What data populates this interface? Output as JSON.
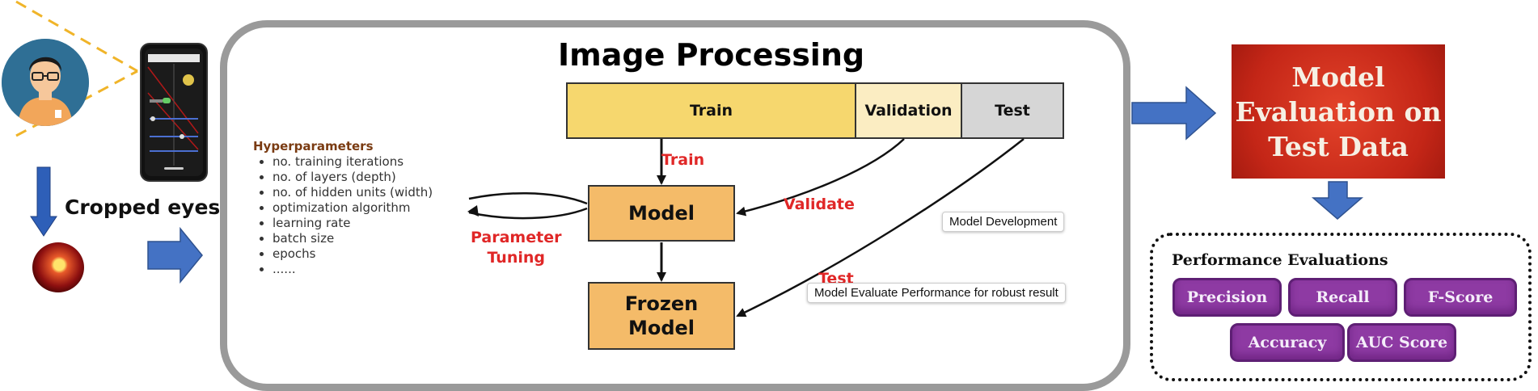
{
  "left": {
    "cropped_label": "Cropped eyes"
  },
  "panel": {
    "title": "Image Processing",
    "splits": {
      "train": "Train",
      "validation": "Validation",
      "test": "Test"
    },
    "hyperparameters": {
      "title": "Hyperparameters",
      "items": [
        "no. training iterations",
        "no. of layers (depth)",
        "no. of hidden units (width)",
        "optimization algorithm",
        "learning rate",
        "batch size",
        "epochs",
        "......"
      ]
    },
    "model_label": "Model",
    "frozen_model_line1": "Frozen",
    "frozen_model_line2": "Model",
    "edge_labels": {
      "train": "Train",
      "validate": "Validate",
      "parameter": "Parameter",
      "tuning": "Tuning",
      "test": "Test"
    },
    "tags": {
      "development": "Model Development",
      "evaluate": "Model Evaluate Performance for robust result"
    }
  },
  "right": {
    "eval_line1": "Model",
    "eval_line2": "Evaluation on",
    "eval_line3": "Test Data",
    "performance_title": "Performance Evaluations",
    "metrics": [
      "Precision",
      "Recall",
      "F-Score",
      "Accuracy",
      "AUC Score"
    ]
  },
  "colors": {
    "arrow_blue": "#4472c4",
    "train_yellow": "#f6d76e",
    "validation_cream": "#fbedc2",
    "test_gray": "#d6d6d6",
    "model_orange": "#f4bb69",
    "label_red": "#e02727",
    "eval_red": "#c42617",
    "metric_purple": "#8e3aa3"
  }
}
